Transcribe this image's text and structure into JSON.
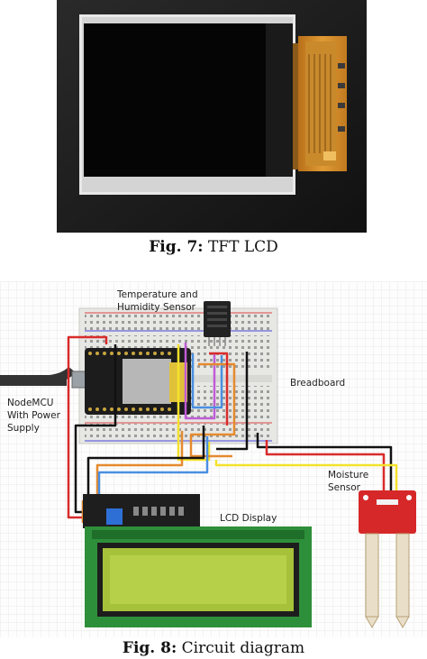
{
  "figure7": {
    "caption_label": "Fig. 7:",
    "caption_text": " TFT LCD"
  },
  "figure8": {
    "caption_label": "Fig. 8:",
    "caption_text": " Circuit diagram",
    "labels": {
      "sensor_line1": "Temperature and",
      "sensor_line2": "Humidity Sensor",
      "breadboard": "Breadboard",
      "nodemcu_line1": "NodeMCU",
      "nodemcu_line2": "With Power",
      "nodemcu_line3": "Supply",
      "moisture_line1": "Moisture",
      "moisture_line2": "Sensor",
      "lcd": "LCD Display"
    }
  }
}
